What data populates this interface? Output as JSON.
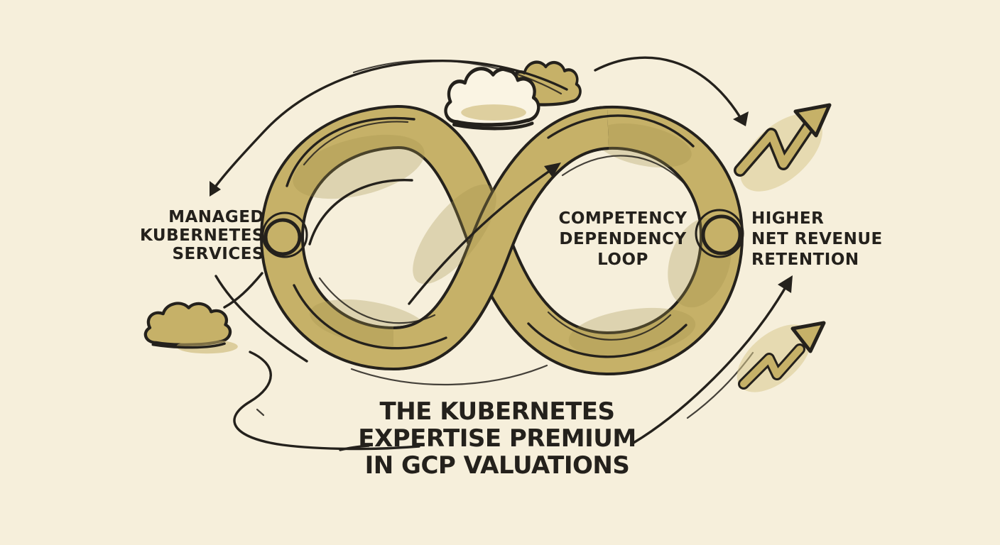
{
  "theme": {
    "paper": "#f6efdb",
    "paper_light": "#faf4e3",
    "ink": "#24211c",
    "tan": "#c6b168",
    "tan_light": "#d9c98e",
    "tan_dark": "#a2914b"
  },
  "diagram": {
    "left_label": {
      "lines": [
        "MANAGED",
        "KUBERNETES",
        "SERVICES"
      ]
    },
    "loop_label": {
      "lines": [
        "COMPETENCY",
        "DEPENDENCY",
        "LOOP"
      ]
    },
    "right_label": {
      "lines": [
        "HIGHER",
        "NET REVENUE",
        "RETENTION"
      ]
    },
    "title": {
      "lines": [
        "THE KUBERNETES",
        "EXPERTISE PREMIUM",
        "IN GCP VALUATIONS"
      ]
    }
  }
}
